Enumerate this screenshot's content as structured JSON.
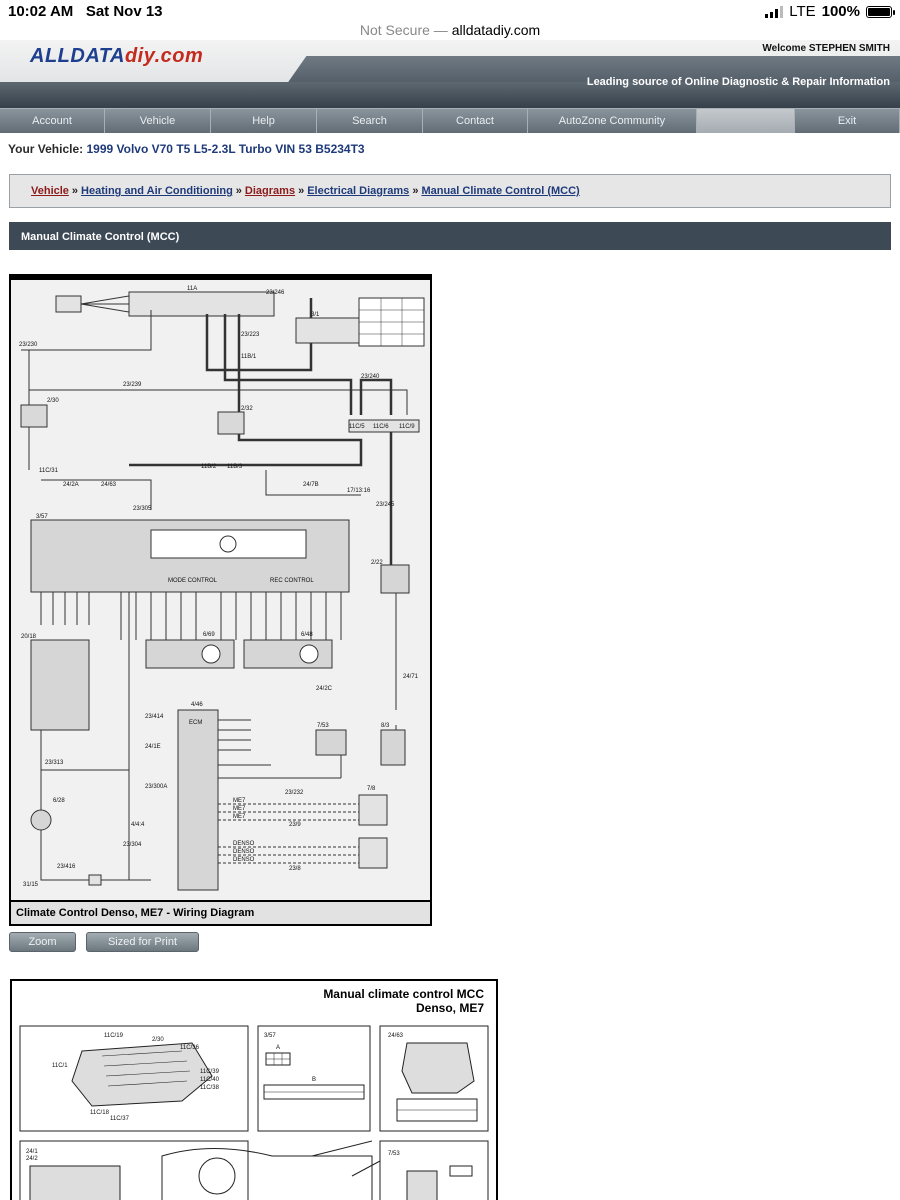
{
  "status_bar": {
    "time": "10:02 AM",
    "date": "Sat Nov 13",
    "network": "LTE",
    "battery": "100%"
  },
  "url_bar": {
    "security": "Not Secure",
    "separator": "—",
    "domain": "alldatadiy.com"
  },
  "header": {
    "logo_primary": "ALLDATA",
    "logo_secondary": "diy.com",
    "welcome": "Welcome STEPHEN SMITH",
    "tagline": "Leading source of Online Diagnostic & Repair Information"
  },
  "nav": [
    {
      "label": "Account"
    },
    {
      "label": "Vehicle"
    },
    {
      "label": "Help"
    },
    {
      "label": "Search"
    },
    {
      "label": "Contact"
    },
    {
      "label": "AutoZone Community"
    },
    {
      "label": ""
    },
    {
      "label": "Exit"
    }
  ],
  "vehicle": {
    "prefix": "Your Vehicle:",
    "name": "1999 Volvo V70 T5 L5-2.3L Turbo VIN 53 B5234T3"
  },
  "breadcrumb": [
    "Vehicle",
    "Heating and Air Conditioning",
    "Diagrams",
    "Electrical Diagrams",
    "Manual Climate Control (MCC)"
  ],
  "breadcrumb_separator": "»",
  "section_title": "Manual Climate Control (MCC)",
  "diagram1": {
    "caption": "Climate Control Denso, ME7 - Wiring Diagram",
    "labels": {
      "fuse": "11A",
      "c1": "23/246",
      "c2": "3/1",
      "c3": "23/223",
      "c4": "11B/1",
      "c5": "23/230",
      "c6": "23/239",
      "c7": "23/240",
      "c8": "2/30",
      "c9": "2/32",
      "c10": "11C/5",
      "c11": "11C/6",
      "c12": "11C/9",
      "c13": "11C/31",
      "c14": "24/2A",
      "c15": "24/63",
      "c16": "23/305",
      "c17": "24/7B",
      "c18": "17/13:16",
      "c19": "23/245",
      "c20": "3/57",
      "c21": "2/22",
      "c22": "20/18",
      "c23": "6/69",
      "c24": "6/48",
      "c25": "24/71",
      "c26": "ECM",
      "c27": "23/414",
      "c28": "24/1E",
      "c29": "7/53",
      "c30": "8/3",
      "c31": "23/313",
      "c32": "6/28",
      "c33": "23/300A",
      "c34": "4/4:4",
      "c35": "23/304",
      "c36": "23/416",
      "c37": "31/15",
      "c38": "7/8",
      "c39": "23/232",
      "c40": "23/9",
      "c41": "23/8",
      "c42": "11B/2",
      "c43": "11B/3",
      "c44": "4/46",
      "c45": "24/2C",
      "mode_control": "MODE CONTROL",
      "rec_control": "REC CONTROL",
      "me7_1": "ME7",
      "me7_2": "ME7",
      "me7_3": "ME7",
      "denso_1": "DENSO",
      "denso_2": "DENSO",
      "denso_3": "DENSO"
    }
  },
  "buttons": {
    "zoom": "Zoom",
    "print": "Sized for Print"
  },
  "diagram2": {
    "title_line1": "Manual climate control MCC",
    "title_line2": "Denso, ME7",
    "labels": {
      "p1": "11C/19",
      "p2": "2/30",
      "p3": "11C/36",
      "p4": "11C/1",
      "p5": "11C/39",
      "p6": "11C/40",
      "p7": "11C/38",
      "p8": "11C/18",
      "p9": "11C/37",
      "p10": "3/57",
      "p11": "24/63",
      "p12": "24/1",
      "p13": "24/2",
      "p14": "7/53",
      "pa": "A",
      "pb": "B"
    }
  }
}
